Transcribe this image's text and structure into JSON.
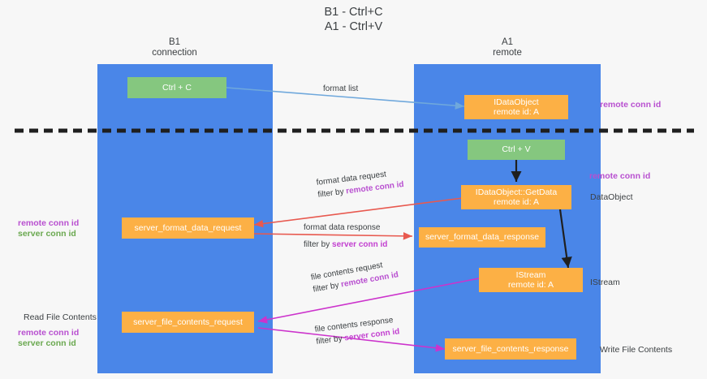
{
  "title": {
    "line1": "B1 - Ctrl+C",
    "line2": "A1 - Ctrl+V"
  },
  "columns": [
    {
      "name": "B1",
      "sub": "connection"
    },
    {
      "name": "A1",
      "sub": "remote"
    }
  ],
  "colors": {
    "panel": "#4a86e8",
    "green_box": "#85c77f",
    "orange_box": "#fcb045",
    "remote_conn_id": "#b84fd0",
    "server_conn_id": "#6aa84f",
    "arrow_blue": "#6fa8dc",
    "arrow_red": "#e8594f",
    "arrow_magenta": "#cc33cc",
    "arrow_black": "#1f1f1f",
    "divider": "#1f1f1f",
    "background": "#f7f7f7",
    "text": "#3c4043"
  },
  "boxes": {
    "ctrl_c": "Ctrl + C",
    "ctrl_v": "Ctrl + V",
    "idataobject": {
      "line1": "IDataObject",
      "line2": "remote id: A"
    },
    "getdata": {
      "line1": "IDataObject::GetData",
      "line2": "remote id: A"
    },
    "istream": {
      "line1": "IStream",
      "line2": "remote id: A"
    },
    "server_format_data_request": "server_format_data_request",
    "server_format_data_response": "server_format_data_response",
    "server_file_contents_request": "server_file_contents_request",
    "server_file_contents_response": "server_file_contents_response"
  },
  "arrow_labels": {
    "format_list": "format list",
    "format_data_request": "format data request",
    "format_data_request_filter_prefix": "filter by ",
    "format_data_request_filter_key": "remote conn id",
    "format_data_response": "format data response",
    "format_data_response_filter_prefix": "filter by ",
    "format_data_response_filter_key": "server conn id",
    "file_contents_request": "file contents request",
    "file_contents_request_filter_prefix": "filter by ",
    "file_contents_request_filter_key": "remote conn id",
    "file_contents_response": "file contents response",
    "file_contents_response_filter_prefix": "filter by ",
    "file_contents_response_filter_key": "server conn id"
  },
  "right_labels": {
    "remote_conn_id_top": "remote conn id",
    "remote_conn_id_mid": "remote conn id",
    "dataobject": "DataObject",
    "istream": "IStream",
    "write_file_contents": "Write File Contents"
  },
  "left_labels": {
    "remote_conn_id": "remote conn id",
    "server_conn_id": "server conn id",
    "read_file_contents": "Read File Contents",
    "remote_conn_id_2": "remote conn id",
    "server_conn_id_2": "server conn id"
  }
}
